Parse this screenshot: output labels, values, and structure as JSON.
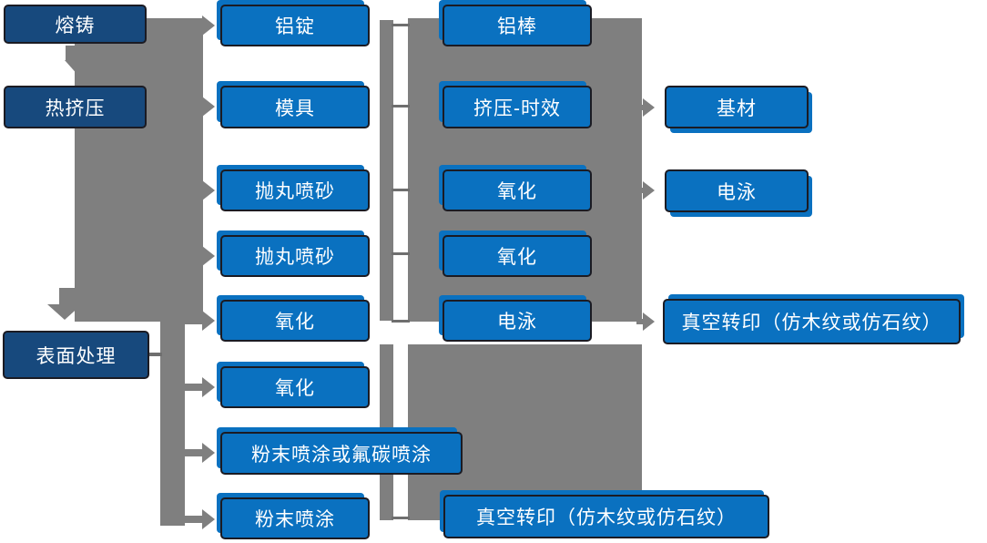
{
  "diagram_type": "process-flowchart",
  "nodes": {
    "melting_casting": {
      "label": "熔铸"
    },
    "hot_extrusion": {
      "label": "热挤压"
    },
    "surface_treatment": {
      "label": "表面处理"
    },
    "aluminum_ingot": {
      "label": "铝锭"
    },
    "mold": {
      "label": "模具"
    },
    "shot_blasting_1": {
      "label": "抛丸喷砂"
    },
    "shot_blasting_2": {
      "label": "抛丸喷砂"
    },
    "oxidation_1": {
      "label": "氧化"
    },
    "oxidation_2": {
      "label": "氧化"
    },
    "powder_or_fluorocarbon_coating": {
      "label": "粉末喷涂或氟碳喷涂"
    },
    "powder_coating": {
      "label": "粉末喷涂"
    },
    "aluminum_rod": {
      "label": "铝棒"
    },
    "extrusion_aging": {
      "label": "挤压-时效"
    },
    "oxidation_3": {
      "label": "氧化"
    },
    "oxidation_4": {
      "label": "氧化"
    },
    "electrophoresis_1": {
      "label": "电泳"
    },
    "vacuum_transfer_bottom": {
      "label": "真空转印（仿木纹或仿石纹）"
    },
    "base_material": {
      "label": "基材"
    },
    "electrophoresis_2": {
      "label": "电泳"
    },
    "vacuum_transfer_right": {
      "label": "真空转印（仿木纹或仿石纹）"
    }
  },
  "colors": {
    "box_blue": "#0a71c0",
    "box_dark_blue": "#17497d",
    "box_border": "#1b1b23",
    "connector_gray": "#7f7f7f",
    "text": "#ffffff",
    "background": "#ffffff"
  }
}
